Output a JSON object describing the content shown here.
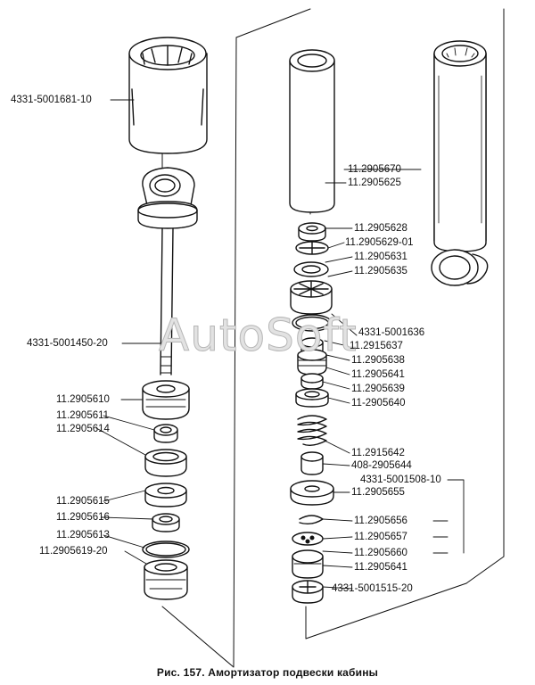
{
  "caption": "Рис. 157. Амортизатор подвески кабины",
  "watermark": "AutoSoft",
  "labels": {
    "l4331_5001681_10": "4331-5001681-10",
    "l4331_5001450_20": "4331-5001450-20",
    "l2905610": "11.2905610",
    "l2905611": "11.2905611",
    "l2905614": "11.2905614",
    "l2905615": "11.2905615",
    "l2905616": "11.2905616",
    "l2905613": "11.2905613",
    "l2905619_20": "11.2905619-20",
    "l2905670": "11.2905670",
    "l2905625": "11.2905625",
    "l2905628": "11.2905628",
    "l2905629_01": "11.2905629-01",
    "l2905631": "11.2905631",
    "l2905635": "11.2905635",
    "l4331_5001636": "4331-5001636",
    "l2915637": "11.2915637",
    "l2905638": "11.2905638",
    "l2905641a": "11.2905641",
    "l2905639": "11.2905639",
    "l2905640": "11-2905640",
    "l2915642": "11.2915642",
    "l408_2905644": "408-2905644",
    "l4331_5001508_10": "4331-5001508-10",
    "l2905655": "11.2905655",
    "l2905656": "11.2905656",
    "l2905657": "11.2905657",
    "l2905660": "11.2905660",
    "l2905641b": "11.2905641",
    "l4331_5001515_20": "4331-5001515-20"
  }
}
